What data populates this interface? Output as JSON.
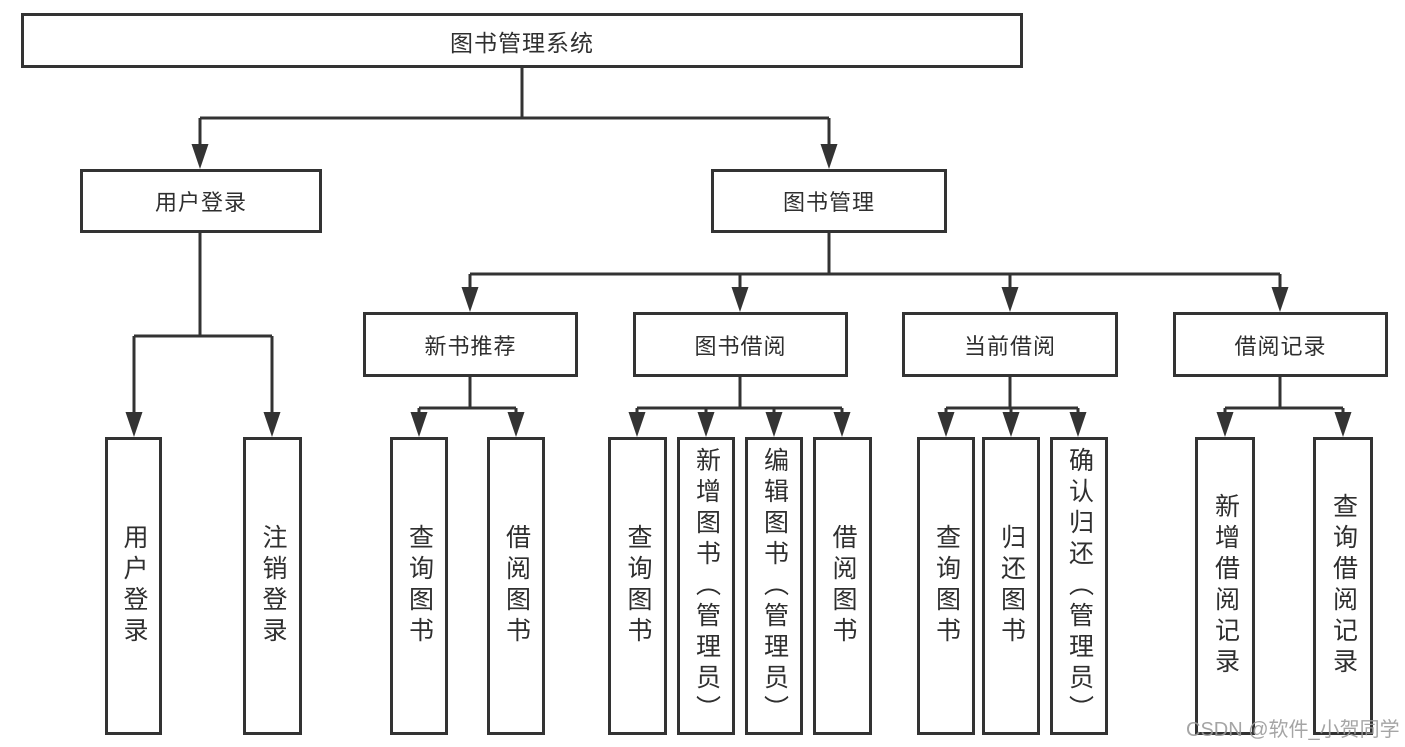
{
  "diagram": {
    "root": {
      "label": "图书管理系统"
    },
    "user_login": {
      "label": "用户登录",
      "children": [
        {
          "label": "用户登录"
        },
        {
          "label": "注销登录"
        }
      ]
    },
    "book_management": {
      "label": "图书管理",
      "groups": [
        {
          "label": "新书推荐",
          "children": [
            {
              "label": "查询图书"
            },
            {
              "label": "借阅图书"
            }
          ]
        },
        {
          "label": "图书借阅",
          "children": [
            {
              "label": "查询图书"
            },
            {
              "label": "新增图书（管理员）"
            },
            {
              "label": "编辑图书（管理员）"
            },
            {
              "label": "借阅图书"
            }
          ]
        },
        {
          "label": "当前借阅",
          "children": [
            {
              "label": "查询图书"
            },
            {
              "label": "归还图书"
            },
            {
              "label": "确认归还（管理员）"
            }
          ]
        },
        {
          "label": "借阅记录",
          "children": [
            {
              "label": "新增借阅记录"
            },
            {
              "label": "查询借阅记录"
            }
          ]
        }
      ]
    }
  },
  "watermark": "CSDN @软件_小贺同学",
  "colors": {
    "line": "#333333",
    "text": "#2f2f2f",
    "background": "#ffffff",
    "watermark": "#9c9c9c"
  }
}
